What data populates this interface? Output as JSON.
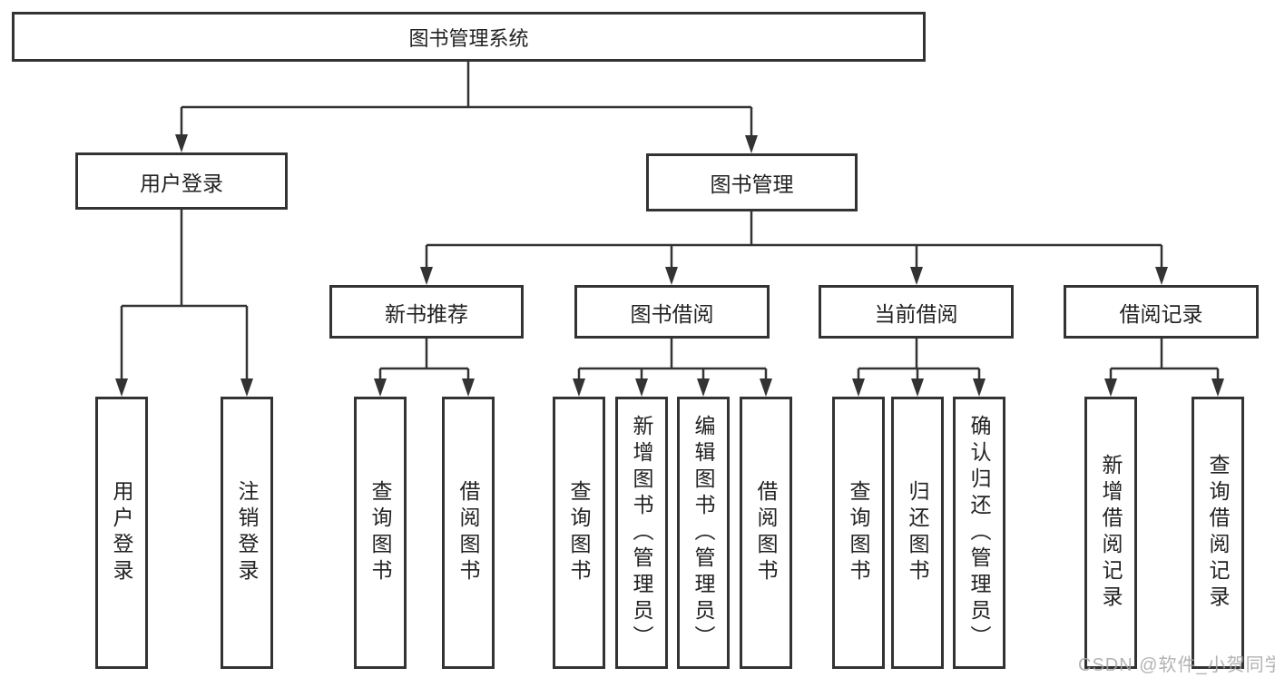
{
  "tree": {
    "root": {
      "label": "图书管理系统"
    },
    "branches": [
      {
        "label": "用户登录",
        "children": [
          "用户登录",
          "注销登录"
        ]
      },
      {
        "label": "图书管理",
        "children": [
          {
            "label": "新书推荐",
            "children": [
              "查询图书",
              "借阅图书"
            ]
          },
          {
            "label": "图书借阅",
            "children": [
              "查询图书",
              "新增图书（管理员）",
              "编辑图书（管理员）",
              "借阅图书"
            ]
          },
          {
            "label": "当前借阅",
            "children": [
              "查询图书",
              "归还图书",
              "确认归还（管理员）"
            ]
          },
          {
            "label": "借阅记录",
            "children": [
              "新增借阅记录",
              "查询借阅记录"
            ]
          }
        ]
      }
    ]
  },
  "watermark": {
    "text": "CSDN @软件_小贺同学"
  },
  "colors": {
    "line": "#333333",
    "text": "#222222",
    "watermark": "#a6a6a6",
    "background": "#ffffff"
  }
}
